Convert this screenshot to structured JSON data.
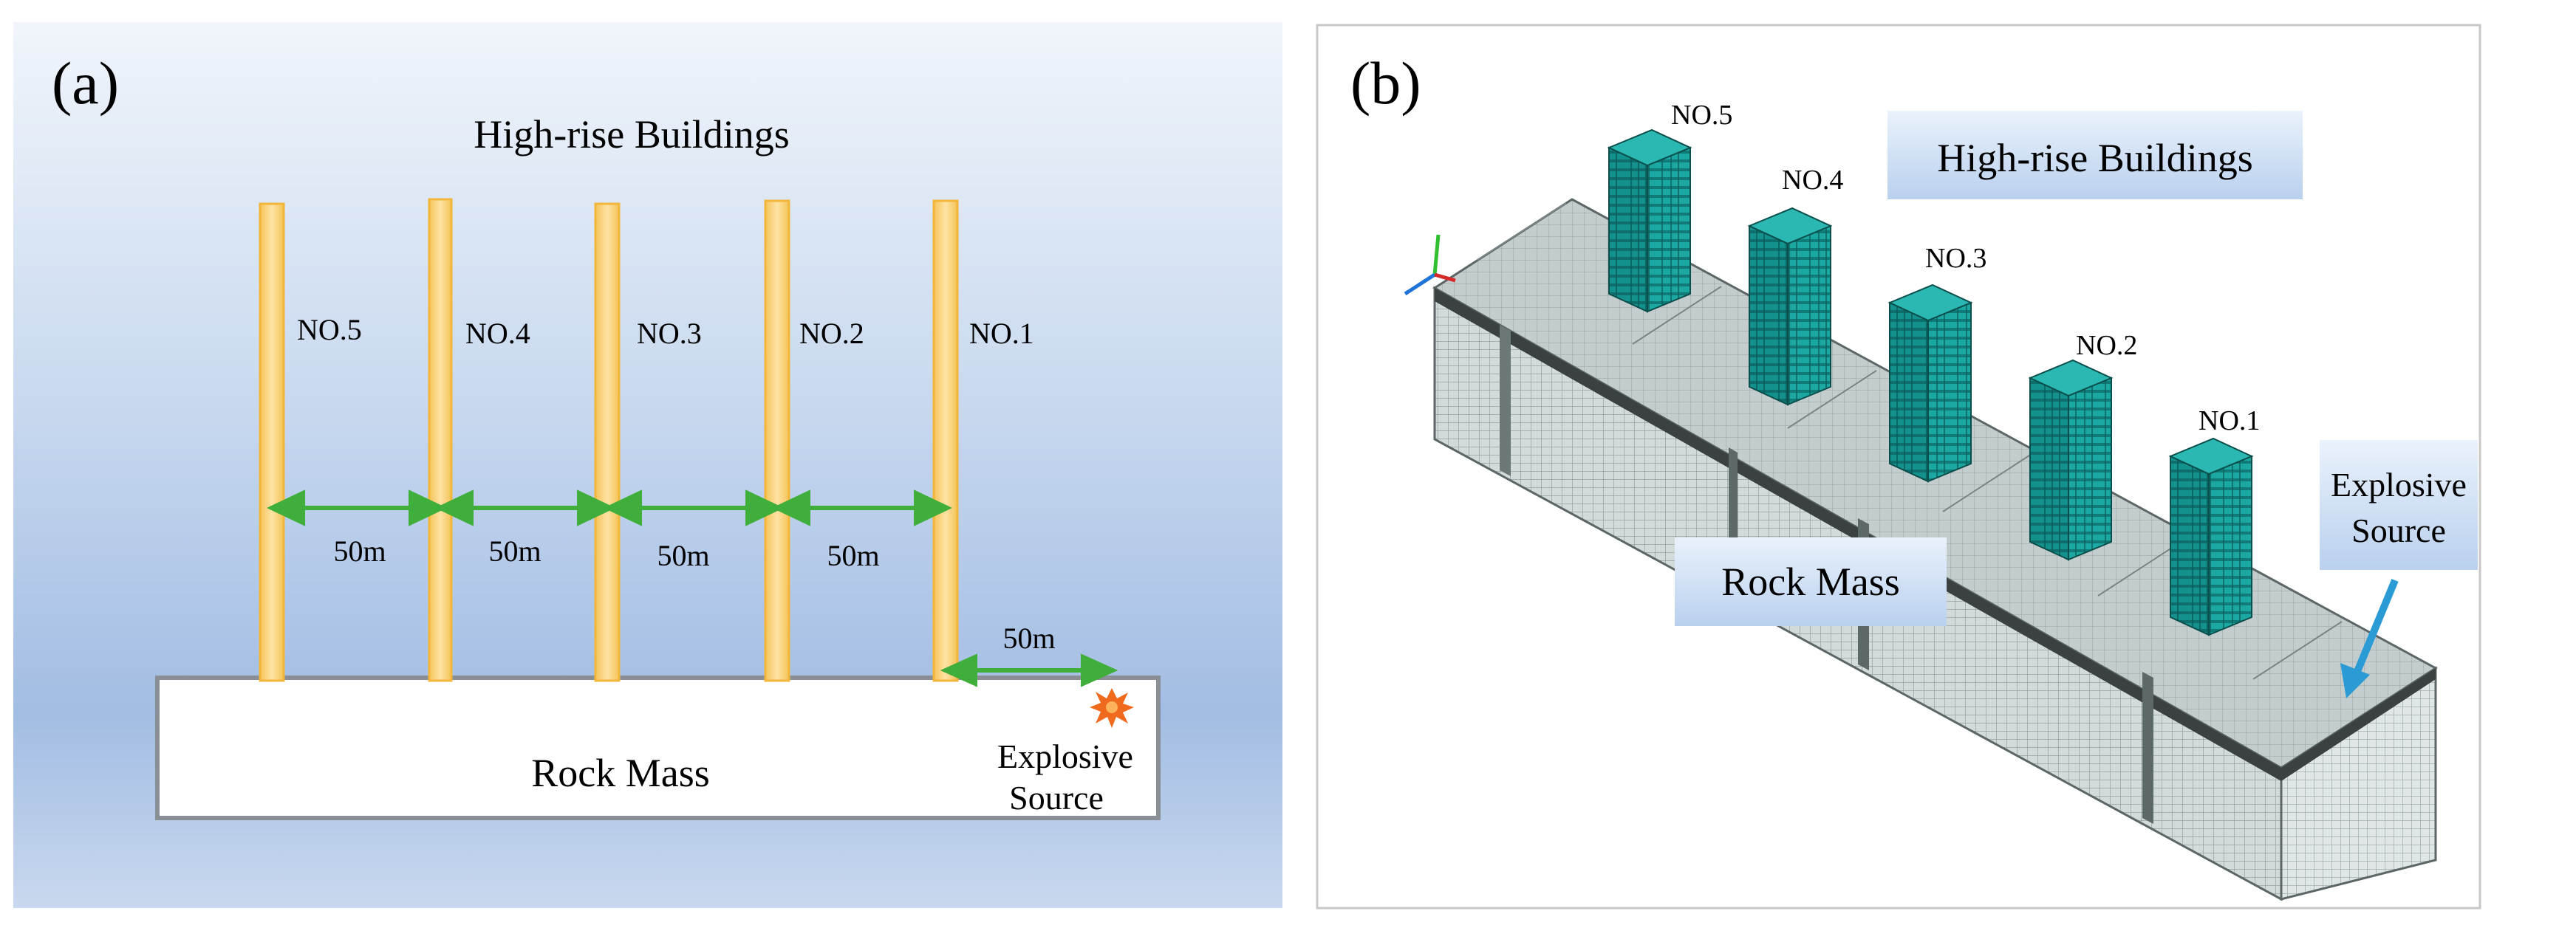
{
  "panel_a": {
    "label": "(a)",
    "title": "High-rise Buildings",
    "buildings": [
      "NO.5",
      "NO.4",
      "NO.3",
      "NO.2",
      "NO.1"
    ],
    "spacing_labels": [
      "50m",
      "50m",
      "50m",
      "50m"
    ],
    "source_distance_label": "50m",
    "base_label": "Rock Mass",
    "explosive_label_line1": "Explosive",
    "explosive_label_line2": "Source"
  },
  "panel_b": {
    "label": "(b)",
    "title": "High-rise Buildings",
    "buildings": [
      "NO.5",
      "NO.4",
      "NO.3",
      "NO.2",
      "NO.1"
    ],
    "base_label": "Rock Mass",
    "explosive_label_line1": "Explosive",
    "explosive_label_line2": "Source"
  },
  "colors": {
    "background_top": "#eef3fa",
    "background_mid": "#a4bfe3",
    "building_fill": "#fbd98a",
    "building_edge": "#f2b73a",
    "arrow_green": "#3fae3a",
    "blast": "#f06a1e",
    "building_teal": "#14928e",
    "mesh_gray": "#7f8b8c",
    "pointer_blue": "#2b9bd6"
  }
}
